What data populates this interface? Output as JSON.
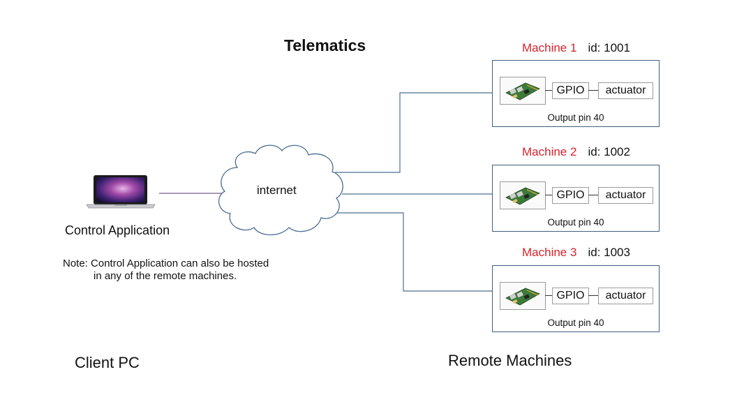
{
  "title": "Telematics",
  "cloud": {
    "label": "internet"
  },
  "client": {
    "app_label": "Control Application",
    "note_line1": "Note: Control Application can also be hosted",
    "note_line2": "in any of the remote machines.",
    "footer": "Client PC"
  },
  "remote_footer": "Remote Machines",
  "machines": [
    {
      "name": "Machine 1",
      "id_text": "id: 1001",
      "gpio": "GPIO",
      "actuator": "actuator",
      "pin": "Output pin 40"
    },
    {
      "name": "Machine 2",
      "id_text": "id: 1002",
      "gpio": "GPIO",
      "actuator": "actuator",
      "pin": "Output pin 40"
    },
    {
      "name": "Machine 3",
      "id_text": "id: 1003",
      "gpio": "GPIO",
      "actuator": "actuator",
      "pin": "Output pin 40"
    }
  ],
  "colors": {
    "machine_name": "#d9232a",
    "link_line": "#4a6e91",
    "box_border": "#3f5e7e"
  },
  "icons": [
    "laptop-icon",
    "cloud-icon",
    "raspberry-pi-icon"
  ]
}
